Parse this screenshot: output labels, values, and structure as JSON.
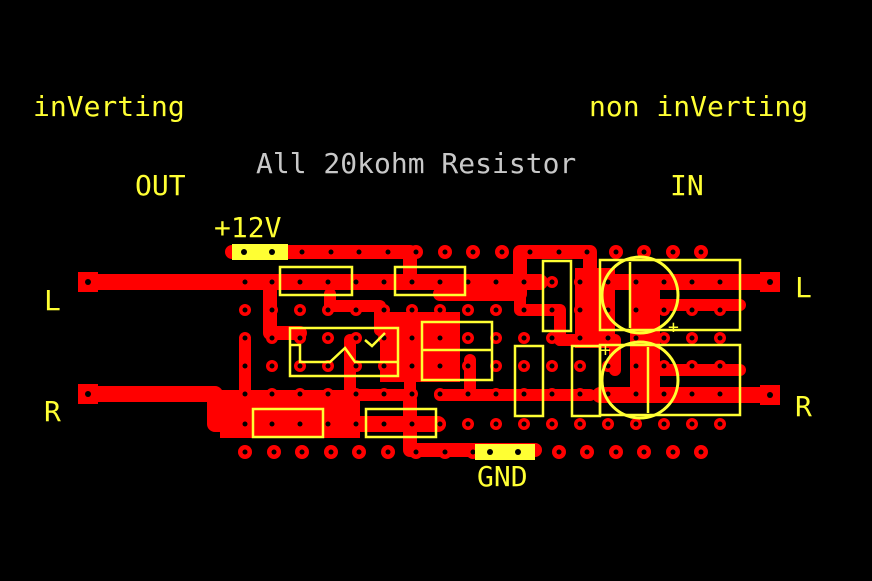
{
  "colors": {
    "background": "#000000",
    "copper": "#ff0000",
    "silkscreen": "#ffff33",
    "note": "#c8c8c8"
  },
  "labels": {
    "inverting": "inVerting",
    "non_inverting": "non inVerting",
    "note": "All 20kohm Resistor",
    "out": "OUT",
    "in": "IN",
    "power": "+12V",
    "ground": "GND",
    "left_out": "L",
    "right_out": "R",
    "left_in": "L",
    "right_in": "R"
  },
  "polarity_marks": [
    "+",
    "+"
  ]
}
